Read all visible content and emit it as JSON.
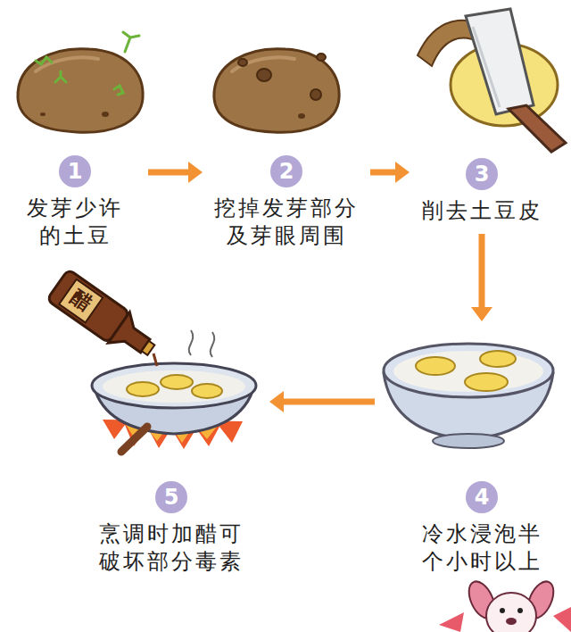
{
  "diagram": {
    "nodes": [
      {
        "text": [
          "1",
          "发芽少许 的土豆"
        ]
      },
      {
        "text": [
          "2",
          "挖掉发芽部分 及芽眼周围"
        ]
      },
      {
        "text": [
          "3",
          "削去土豆皮"
        ]
      },
      {
        "text": [
          "4",
          "冷水浸泡半 个小时以上"
        ]
      },
      {
        "text": [
          "5",
          "烹调时加醋可 破坏部分毒素"
        ]
      }
    ],
    "edges": [
      {
        "from": 0,
        "to": 1,
        "arrow": "to"
      },
      {
        "from": 1,
        "to": 2,
        "arrow": "to"
      },
      {
        "from": 2,
        "to": 3,
        "arrow": "to"
      },
      {
        "from": 3,
        "to": 4,
        "arrow": "to"
      }
    ],
    "labels": [
      "醋"
    ]
  }
}
